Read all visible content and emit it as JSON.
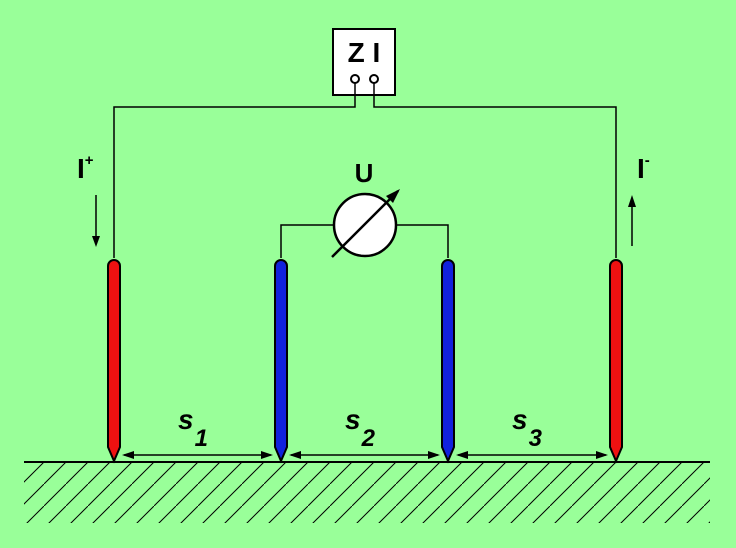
{
  "colors": {
    "background": "#99ff99",
    "current_electrode": "#ee1111",
    "potential_electrode": "#1122dd",
    "line": "#000000"
  },
  "instrument": {
    "label": "Z I"
  },
  "voltmeter": {
    "label": "U"
  },
  "current": {
    "plus_main": "I",
    "plus_sup": "+",
    "minus_main": "I",
    "minus_sup": "-"
  },
  "spacings": [
    {
      "letter": "s",
      "index": "1"
    },
    {
      "letter": "s",
      "index": "2"
    },
    {
      "letter": "s",
      "index": "3"
    }
  ]
}
